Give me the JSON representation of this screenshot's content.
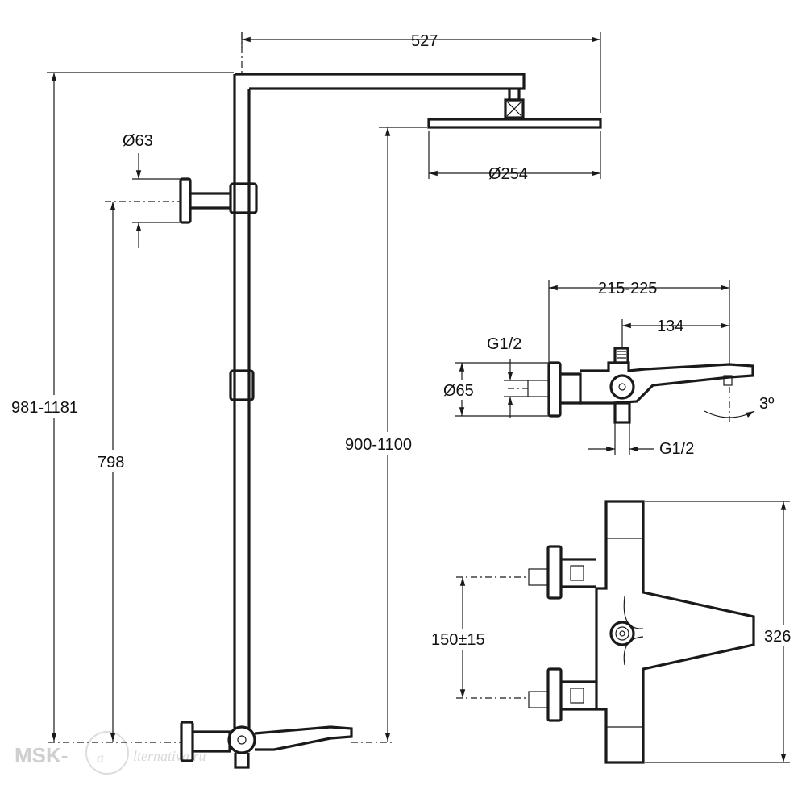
{
  "drawing": {
    "dimensions": {
      "arm_length": "527",
      "total_height": "981-1181",
      "head_height": "900-1100",
      "support_height": "798",
      "support_diameter": "Ø63",
      "head_diameter": "Ø254",
      "mixer_length": "215-225",
      "spout_length": "134",
      "inlet_thread": "G1/2",
      "outlet_thread": "G1/2",
      "flange_diameter": "Ø65",
      "spout_angle": "3º",
      "inlet_spacing": "150±15",
      "mixer_width": "326"
    },
    "watermark": {
      "brand": "MSK-",
      "script_letter": "a",
      "script_text": "lternativa.ru"
    }
  }
}
